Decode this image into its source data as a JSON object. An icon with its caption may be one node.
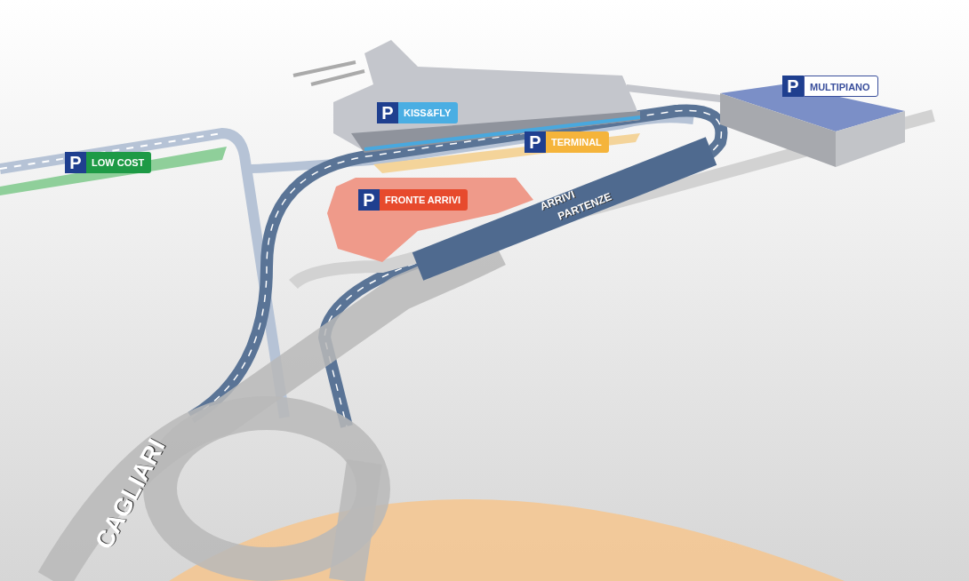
{
  "diagram": {
    "labels": [
      "P",
      "KISS&FLY",
      "P",
      "MULTIPIANO",
      "P",
      "LOW COST",
      "P",
      "TERMINAL",
      "P",
      "FRONTE ARRIVI",
      "ARRIVI",
      "PARTENZE",
      "CAGLIARI"
    ]
  }
}
